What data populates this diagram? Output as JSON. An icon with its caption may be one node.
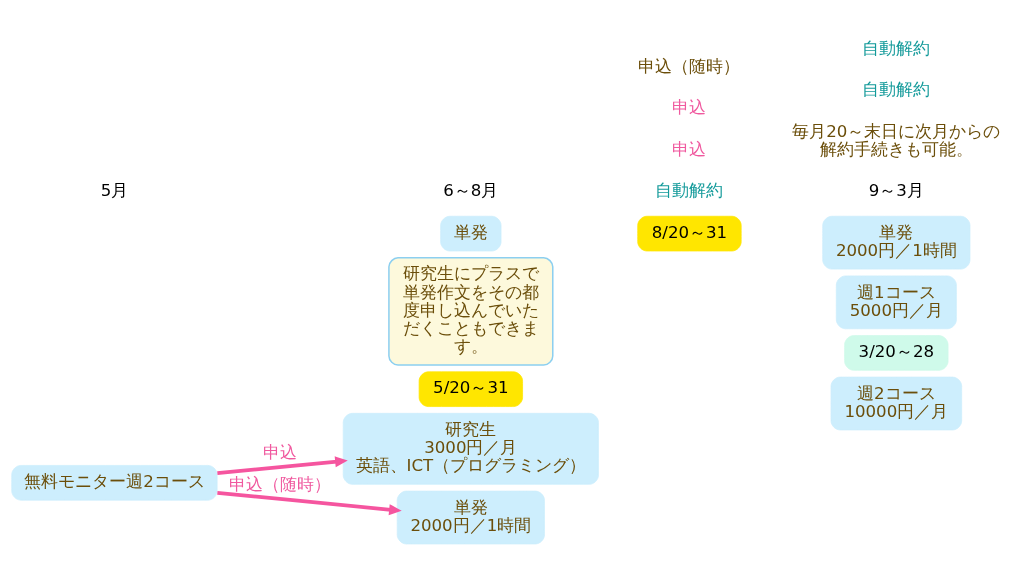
{
  "diagram": {
    "nodes": [
      {
        "text": [
          "無料モニター週2コース"
        ]
      },
      {
        "text": [
          "研究生",
          "3000円／月",
          "英語、ICT（プログラミング）"
        ]
      },
      {
        "text": [
          "5/20～31"
        ]
      },
      {
        "text": [
          "研究生にプラスで単発作文をその都度申し込んでいただくこともできます。"
        ]
      },
      {
        "text": [
          "単発",
          "2000円／1時間"
        ]
      },
      {
        "text": [
          "単発"
        ]
      },
      {
        "text": [
          "8/20～31"
        ]
      },
      {
        "text": [
          "週2コース",
          "10000円／月"
        ]
      },
      {
        "text": [
          "3/20～28"
        ]
      },
      {
        "text": [
          "週1コース",
          "5000円／月"
        ]
      },
      {
        "text": [
          "単発",
          "2000円／1時間"
        ]
      }
    ],
    "edges": [
      {
        "from": 0,
        "to": 1,
        "arrow": "to",
        "label": "申込"
      },
      {
        "from": 0,
        "to": 4,
        "arrow": "to",
        "label": "申込（随時）"
      }
    ],
    "labels": [
      "5月",
      "6～8月",
      "自動解約",
      "9～3月",
      "毎月20～末日に次月からの解約手続きも可能。",
      "申込",
      "自動解約",
      "申込",
      "自動解約",
      "申込（随時）"
    ]
  }
}
